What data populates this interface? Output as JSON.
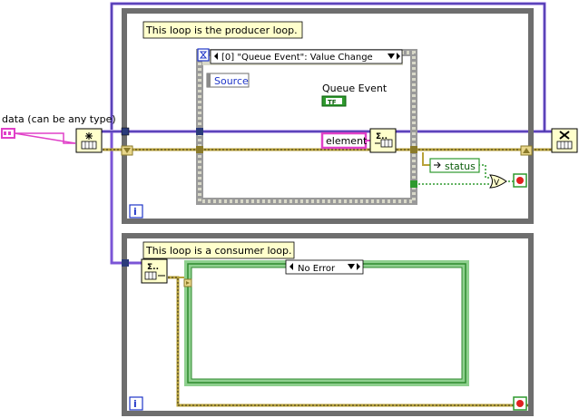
{
  "producer_loop": {
    "comment": "This loop is the producer loop.",
    "iteration_terminal": "i"
  },
  "consumer_loop": {
    "comment": "This loop is a consumer loop.",
    "iteration_terminal": "i"
  },
  "data_control": {
    "label": "data (can be any type)"
  },
  "event_structure": {
    "selector": "[0] \"Queue Event\": Value Change",
    "source_label": "Source",
    "queue_event_label": "Queue Event",
    "queue_event_value": "TF"
  },
  "element_label": "element",
  "status_label": "status",
  "or_label": "V",
  "case_structure": {
    "selector": "No Error"
  },
  "colors": {
    "loop_border": "#6e6e6e",
    "purple_wire": "#7b55d6",
    "pink_wire": "#e040c8",
    "yellow_wire": "#b8a23a",
    "green_wire": "#2f8f2f",
    "boolean_wire": "#2e9a2e"
  }
}
